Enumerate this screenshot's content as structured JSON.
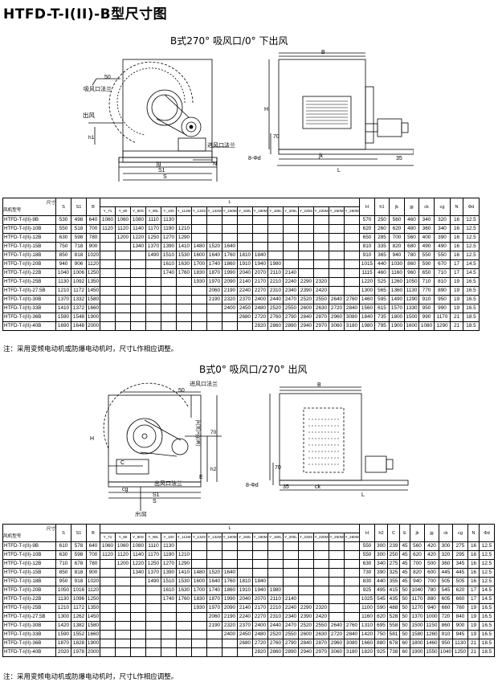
{
  "page_title": "HTFD-T-I(II)-B型尺寸图",
  "section1": {
    "title": "B式270° 吸风口/0° 下出风",
    "labels": {
      "dim_50": "50",
      "inlet_flange": "吸风口法兰",
      "outlet": "出风",
      "h1": "h1",
      "jg": "jg",
      "dim_S1": "S1",
      "dim_S": "S",
      "dim_B": "B",
      "dim_H": "H",
      "dim_70": "70",
      "dim_8phi": "8-Φd",
      "dim_jk": "jk",
      "dim_L": "L",
      "dim_35": "35",
      "dim_N": "N",
      "outlet_flange": "进风口法兰"
    }
  },
  "section2": {
    "title": "B式0° 吸风口/270° 出风",
    "labels": {
      "dim_50": "50",
      "inlet_flange": "进风口法兰",
      "outlet_flange": "出风口法兰",
      "outlet": "出风",
      "dim_C": "C",
      "dim_E": "E",
      "dim_S": "S",
      "dim_S1": "S1",
      "dim_cg": "cg",
      "dim_B": "B",
      "dim_H": "H",
      "dim_h2": "h2",
      "dim_jk_jg": "jk(宽)×jg(高)",
      "dim_70": "70",
      "dim_8phi": "8-Φd",
      "dim_ck": "ck",
      "dim_L": "L",
      "dim_35": "35"
    }
  },
  "table1": {
    "corner_top": "尺寸",
    "corner_bottom": "风机型号",
    "group_L": "L",
    "columns": [
      "S",
      "S1",
      "B",
      "Y_71",
      "Y_80",
      "Y_90S",
      "Y_90L",
      "Y_100",
      "Y_112M",
      "Y_132S",
      "Y_132M",
      "Y_160M",
      "Y_160L",
      "Y_180M",
      "Y_180L",
      "Y_200L",
      "Y_225S",
      "Y_225M",
      "Y_250M",
      "Y_280M",
      "H",
      "h1",
      "jk",
      "jg",
      "ck",
      "cg",
      "N",
      "Φd"
    ],
    "rows": [
      [
        "HTFD-T-I(II)-9B",
        "530",
        "498",
        "640",
        "1060",
        "1060",
        "1080",
        "1110",
        "1130",
        "",
        "",
        "",
        "",
        "",
        "",
        "",
        "",
        "",
        "",
        "",
        "",
        "570",
        "250",
        "560",
        "460",
        "340",
        "320",
        "16",
        "12.5"
      ],
      [
        "HTFD-T-I(II)-10B",
        "550",
        "518",
        "700",
        "1120",
        "1120",
        "1140",
        "1170",
        "1190",
        "1210",
        "",
        "",
        "",
        "",
        "",
        "",
        "",
        "",
        "",
        "",
        "",
        "620",
        "260",
        "620",
        "480",
        "360",
        "340",
        "16",
        "12.5"
      ],
      [
        "HTFD-T-I(II)-12B",
        "630",
        "598",
        "780",
        "",
        "1200",
        "1220",
        "1250",
        "1270",
        "1290",
        "",
        "",
        "",
        "",
        "",
        "",
        "",
        "",
        "",
        "",
        "",
        "650",
        "285",
        "700",
        "560",
        "400",
        "390",
        "16",
        "12.5"
      ],
      [
        "HTFD-T-I(II)-15B",
        "750",
        "718",
        "900",
        "",
        "",
        "1340",
        "1370",
        "1390",
        "1410",
        "1480",
        "1520",
        "1640",
        "",
        "",
        "",
        "",
        "",
        "",
        "",
        "",
        "810",
        "335",
        "820",
        "680",
        "490",
        "490",
        "16",
        "12.5"
      ],
      [
        "HTFD-T-I(II)-18B",
        "850",
        "818",
        "1020",
        "",
        "",
        "",
        "1490",
        "1510",
        "1530",
        "1600",
        "1640",
        "1760",
        "1810",
        "1840",
        "",
        "",
        "",
        "",
        "",
        "",
        "910",
        "365",
        "940",
        "780",
        "550",
        "550",
        "16",
        "12.5"
      ],
      [
        "HTFD-T-I(II)-20B",
        "940",
        "906",
        "1120",
        "",
        "",
        "",
        "",
        "1610",
        "1630",
        "1700",
        "1740",
        "1860",
        "1910",
        "1940",
        "1980",
        "",
        "",
        "",
        "",
        "",
        "1015",
        "440",
        "1030",
        "860",
        "590",
        "670",
        "17",
        "14.5"
      ],
      [
        "HTFD-T-I(II)-22B",
        "1040",
        "1006",
        "1250",
        "",
        "",
        "",
        "",
        "1740",
        "1760",
        "1830",
        "1870",
        "1990",
        "2040",
        "2070",
        "2110",
        "2140",
        "",
        "",
        "",
        "",
        "1115",
        "460",
        "1160",
        "960",
        "650",
        "710",
        "17",
        "14.5"
      ],
      [
        "HTFD-T-I(II)-25B",
        "1130",
        "1092",
        "1350",
        "",
        "",
        "",
        "",
        "",
        "",
        "1930",
        "1970",
        "2090",
        "2140",
        "2170",
        "2210",
        "2240",
        "2290",
        "2320",
        "",
        "",
        "1220",
        "525",
        "1260",
        "1050",
        "710",
        "810",
        "19",
        "16.5"
      ],
      [
        "HTFD-T-I(II)-27.5B",
        "1210",
        "1172",
        "1450",
        "",
        "",
        "",
        "",
        "",
        "",
        "",
        "2060",
        "2190",
        "2240",
        "2270",
        "2310",
        "2340",
        "2390",
        "2420",
        "",
        "",
        "1300",
        "565",
        "1360",
        "1130",
        "770",
        "890",
        "19",
        "16.5"
      ],
      [
        "HTFD-T-I(II)-30B",
        "1370",
        "1332",
        "1580",
        "",
        "",
        "",
        "",
        "",
        "",
        "",
        "2190",
        "2320",
        "2370",
        "2400",
        "2440",
        "2470",
        "2520",
        "2550",
        "2640",
        "2760",
        "1460",
        "595",
        "1490",
        "1290",
        "910",
        "950",
        "19",
        "16.5"
      ],
      [
        "HTFD-T-I(II)-33B",
        "1410",
        "1372",
        "1660",
        "",
        "",
        "",
        "",
        "",
        "",
        "",
        "",
        "2400",
        "2450",
        "2480",
        "2520",
        "2550",
        "2600",
        "2630",
        "2720",
        "2840",
        "1560",
        "615",
        "1570",
        "1330",
        "950",
        "990",
        "19",
        "16.5"
      ],
      [
        "HTFD-T-I(II)-36B",
        "1590",
        "1548",
        "1900",
        "",
        "",
        "",
        "",
        "",
        "",
        "",
        "",
        "",
        "2680",
        "2720",
        "2760",
        "2790",
        "2840",
        "2870",
        "2960",
        "3080",
        "1840",
        "735",
        "1800",
        "1500",
        "990",
        "1170",
        "21",
        "18.5"
      ],
      [
        "HTFD-T-I(II)-40B",
        "1690",
        "1648",
        "2000",
        "",
        "",
        "",
        "",
        "",
        "",
        "",
        "",
        "",
        "",
        "2820",
        "2860",
        "2890",
        "2940",
        "2970",
        "3060",
        "3180",
        "1980",
        "795",
        "1900",
        "1600",
        "1080",
        "1290",
        "21",
        "18.5"
      ]
    ],
    "note": "注：采用变频电动机或防爆电动机时，尺寸L作相应调整。"
  },
  "table2": {
    "corner_top": "尺寸",
    "corner_bottom": "风机型号",
    "group_L": "L",
    "columns": [
      "S",
      "S1",
      "B",
      "Y_71",
      "Y_80",
      "Y_90S",
      "Y_90L",
      "Y_100",
      "Y_112M",
      "Y_132S",
      "Y_132M",
      "Y_160M",
      "Y_160L",
      "Y_180M",
      "Y_180L",
      "Y_200L",
      "Y_225S",
      "Y_225M",
      "Y_250M",
      "Y_280M",
      "H",
      "h2",
      "C",
      "E",
      "jk",
      "jg",
      "ck",
      "cg",
      "N",
      "Φd"
    ],
    "rows": [
      [
        "HTFD-T-I(II)-9B",
        "610",
        "578",
        "640",
        "1060",
        "1060",
        "1080",
        "1110",
        "1130",
        "",
        "",
        "",
        "",
        "",
        "",
        "",
        "",
        "",
        "",
        "",
        "",
        "550",
        "300",
        "239",
        "45",
        "560",
        "420",
        "300",
        "275",
        "16",
        "12.5"
      ],
      [
        "HTFD-T-I(II)-10B",
        "630",
        "598",
        "700",
        "1120",
        "1120",
        "1140",
        "1170",
        "1190",
        "1210",
        "",
        "",
        "",
        "",
        "",
        "",
        "",
        "",
        "",
        "",
        "",
        "550",
        "300",
        "250",
        "45",
        "620",
        "420",
        "320",
        "295",
        "16",
        "12.5"
      ],
      [
        "HTFD-T-I(II)-12B",
        "710",
        "678",
        "780",
        "",
        "1200",
        "1220",
        "1250",
        "1270",
        "1290",
        "",
        "",
        "",
        "",
        "",
        "",
        "",
        "",
        "",
        "",
        "",
        "630",
        "340",
        "275",
        "45",
        "700",
        "500",
        "360",
        "345",
        "16",
        "12.5"
      ],
      [
        "HTFD-T-I(II)-15B",
        "850",
        "818",
        "900",
        "",
        "",
        "1340",
        "1370",
        "1390",
        "1410",
        "1480",
        "1520",
        "1640",
        "",
        "",
        "",
        "",
        "",
        "",
        "",
        "",
        "730",
        "390",
        "325",
        "45",
        "820",
        "600",
        "445",
        "445",
        "16",
        "12.5"
      ],
      [
        "HTFD-T-I(II)-18B",
        "950",
        "918",
        "1020",
        "",
        "",
        "",
        "1490",
        "1510",
        "1530",
        "1600",
        "1640",
        "1760",
        "1810",
        "1840",
        "",
        "",
        "",
        "",
        "",
        "",
        "830",
        "440",
        "355",
        "45",
        "940",
        "700",
        "505",
        "505",
        "16",
        "12.5"
      ],
      [
        "HTFD-T-I(II)-20B",
        "1050",
        "1016",
        "1120",
        "",
        "",
        "",
        "",
        "1610",
        "1630",
        "1700",
        "1740",
        "1860",
        "1910",
        "1940",
        "1980",
        "",
        "",
        "",
        "",
        "",
        "925",
        "495",
        "415",
        "50",
        "1040",
        "780",
        "545",
        "620",
        "17",
        "14.5"
      ],
      [
        "HTFD-T-I(II)-22B",
        "1130",
        "1096",
        "1250",
        "",
        "",
        "",
        "",
        "1740",
        "1760",
        "1830",
        "1870",
        "1990",
        "2040",
        "2070",
        "2110",
        "2140",
        "",
        "",
        "",
        "",
        "1025",
        "545",
        "435",
        "50",
        "1170",
        "880",
        "605",
        "660",
        "17",
        "14.5"
      ],
      [
        "HTFD-T-I(II)-25B",
        "1210",
        "1172",
        "1350",
        "",
        "",
        "",
        "",
        "",
        "",
        "1930",
        "1970",
        "2090",
        "2140",
        "2170",
        "2210",
        "2240",
        "2290",
        "2320",
        "",
        "",
        "1100",
        "590",
        "488",
        "50",
        "1270",
        "940",
        "660",
        "760",
        "19",
        "16.5"
      ],
      [
        "HTFD-T-I(II)-27.5B",
        "1300",
        "1262",
        "1450",
        "",
        "",
        "",
        "",
        "",
        "",
        "",
        "2060",
        "2190",
        "2240",
        "2270",
        "2310",
        "2340",
        "2390",
        "2420",
        "",
        "",
        "1160",
        "620",
        "528",
        "50",
        "1370",
        "1000",
        "720",
        "840",
        "19",
        "16.5"
      ],
      [
        "HTFD-T-I(II)-30B",
        "1420",
        "1382",
        "1580",
        "",
        "",
        "",
        "",
        "",
        "",
        "",
        "2190",
        "2320",
        "2370",
        "2400",
        "2440",
        "2470",
        "2520",
        "2550",
        "2640",
        "2760",
        "1310",
        "695",
        "558",
        "50",
        "1500",
        "1150",
        "860",
        "900",
        "19",
        "16.5"
      ],
      [
        "HTFD-T-I(II)-33B",
        "1590",
        "1552",
        "1660",
        "",
        "",
        "",
        "",
        "",
        "",
        "",
        "",
        "2400",
        "2450",
        "2480",
        "2520",
        "2550",
        "2600",
        "2630",
        "2720",
        "2840",
        "1420",
        "750",
        "581",
        "50",
        "1580",
        "1260",
        "910",
        "945",
        "19",
        "16.5"
      ],
      [
        "HTFD-T-I(II)-36B",
        "1870",
        "1828",
        "1900",
        "",
        "",
        "",
        "",
        "",
        "",
        "",
        "",
        "",
        "2680",
        "2720",
        "2760",
        "2790",
        "2840",
        "2870",
        "2960",
        "3080",
        "1660",
        "880",
        "678",
        "60",
        "1800",
        "1460",
        "950",
        "1130",
        "21",
        "18.5"
      ],
      [
        "HTFD-T-I(II)-40B",
        "2020",
        "1978",
        "2000",
        "",
        "",
        "",
        "",
        "",
        "",
        "",
        "",
        "",
        "",
        "2820",
        "2860",
        "2890",
        "2940",
        "2970",
        "3060",
        "3180",
        "1820",
        "925",
        "738",
        "60",
        "1900",
        "1550",
        "1040",
        "1250",
        "21",
        "18.5"
      ]
    ],
    "note": "注：采用变频电动机或防爆电动机时，尺寸L作相应调整。"
  }
}
